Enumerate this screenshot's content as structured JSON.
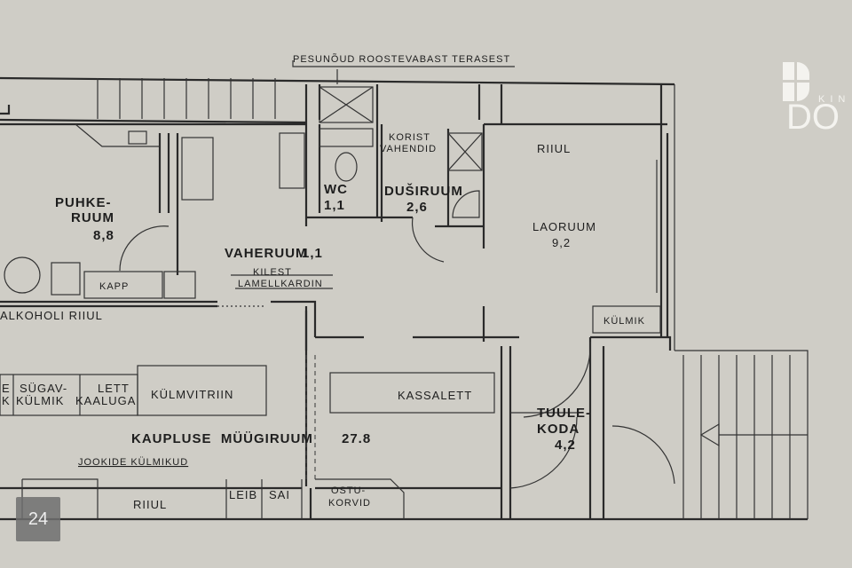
{
  "plan": {
    "note_top": "PESUNÕUD ROOSTEVABAST TERASEST",
    "rooms": {
      "puhkeruum": {
        "name1": "PUHKE-",
        "name2": "RUUM",
        "area": "8,8"
      },
      "wc": {
        "name": "WC",
        "area": "1,1"
      },
      "korist": {
        "line1": "KORIST",
        "line2": "VAHENDID"
      },
      "dusiruum": {
        "name": "DUŠIRUUM",
        "area": "2,6"
      },
      "laoruum": {
        "name": "LAORUUM",
        "area": "9,2"
      },
      "vaheruum": {
        "name": "VAHERUUM",
        "area": "1,1"
      },
      "tuulekoda": {
        "name1": "TUULE-",
        "name2": "KODA",
        "area": "4,2"
      },
      "myygiruum": {
        "name": "KAUPLUSE  MÜÜGIRUUM",
        "area": "27.8"
      }
    },
    "fixtures": {
      "riiul_top": "RIIUL",
      "kilest1": "KILEST",
      "kilest2": "LAMELLKARDIN",
      "kapp": "KAPP",
      "alkoholi": "ALKOHOLI RIIUL",
      "kulmik": "KÜLMIK",
      "partial1": "E",
      "partial2": "K",
      "sugav1": "SÜGAV-",
      "sugav2": "KÜLMIK",
      "lett1": "LETT",
      "lett2": "KAALUGA",
      "kulmvitriin": "KÜLMVITRIIN",
      "kassalett": "KASSALETT",
      "jookide": "JOOKIDE KÜLMIKUD",
      "riiul_bottom": "RIIUL",
      "leib": "LEIB",
      "sai": "SAI",
      "ostu1": "OSTU-",
      "ostu2": "KORVID"
    }
  },
  "overlay": {
    "badge": "24",
    "logo_big": "DO",
    "logo_small": "KIN"
  }
}
